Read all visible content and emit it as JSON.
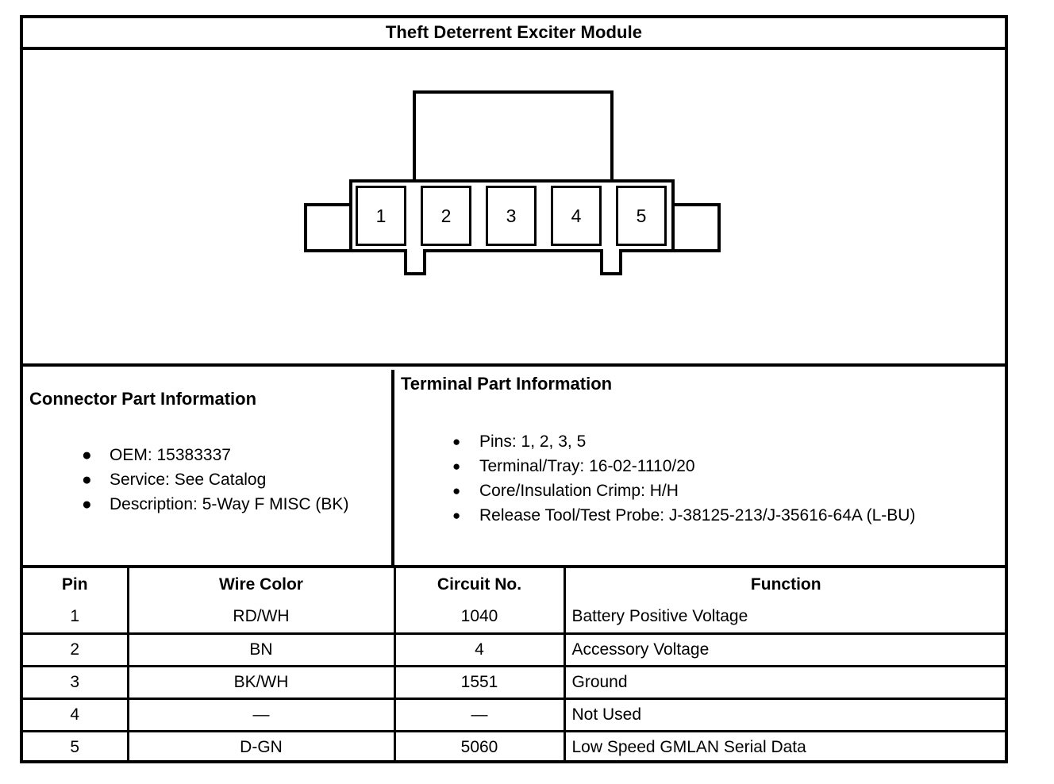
{
  "header": {
    "title": "Theft Deterrent Exciter Module"
  },
  "diagram": {
    "name": "connector-face-view",
    "pins": [
      "1",
      "2",
      "3",
      "4",
      "5"
    ]
  },
  "connector_part_information": {
    "heading": "Connector Part Information",
    "bullet_glyph": "●",
    "items": [
      "OEM: 15383337",
      "Service: See Catalog",
      "Description: 5-Way F MISC (BK)"
    ]
  },
  "terminal_part_information": {
    "heading": "Terminal Part Information",
    "bullet_glyph": "●",
    "items": [
      "Pins: 1, 2, 3, 5",
      "Terminal/Tray: 16-02-1110/20",
      "Core/Insulation Crimp: H/H",
      "Release Tool/Test Probe: J-38125-213/J-35616-64A (L-BU)"
    ]
  },
  "pinout_table": {
    "columns": [
      "Pin",
      "Wire Color",
      "Circuit No.",
      "Function"
    ],
    "rows": [
      {
        "pin": "1",
        "wire_color": "RD/WH",
        "circuit_no": "1040",
        "function": "Battery Positive Voltage"
      },
      {
        "pin": "2",
        "wire_color": "BN",
        "circuit_no": "4",
        "function": "Accessory Voltage"
      },
      {
        "pin": "3",
        "wire_color": "BK/WH",
        "circuit_no": "1551",
        "function": "Ground"
      },
      {
        "pin": "4",
        "wire_color": "—",
        "circuit_no": "—",
        "function": "Not Used"
      },
      {
        "pin": "5",
        "wire_color": "D-GN",
        "circuit_no": "5060",
        "function": "Low Speed GMLAN Serial Data"
      }
    ]
  },
  "colors": {
    "ink": "#000000",
    "paper": "#ffffff"
  }
}
